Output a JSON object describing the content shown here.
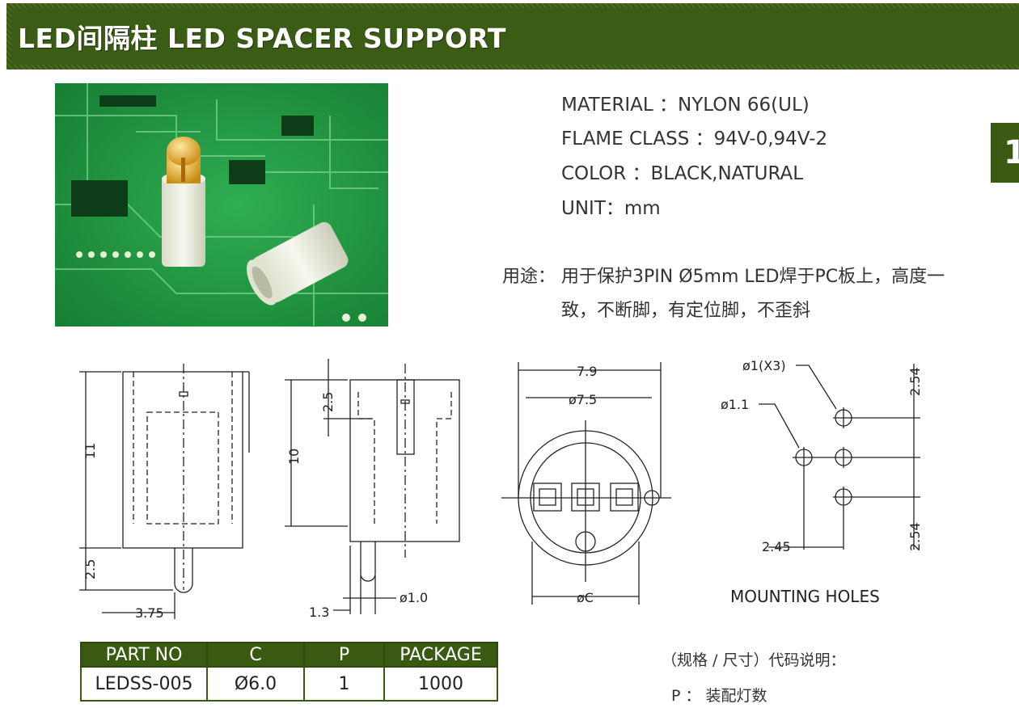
{
  "header": {
    "title": "LED间隔柱 LED SPACER SUPPORT"
  },
  "side_tab": {
    "label": "1"
  },
  "specs": [
    "MATERIAL ：NYLON 66(UL)",
    "FLAME CLASS ：94V-0,94V-2",
    "COLOR ：BLACK,NATURAL",
    "UNIT：mm"
  ],
  "usage": {
    "label": "用途：",
    "line1": "用于保护3PIN Ø5mm LED焊于PC板上，高度一",
    "line2": "致，不断脚，有定位脚，不歪斜"
  },
  "drawing": {
    "side_a": {
      "height": "11",
      "pin": "2.5",
      "pitch": "3.75"
    },
    "side_b": {
      "top": "2.5",
      "height": "10",
      "pin_dia": "ø1.0",
      "offset": "1.3"
    },
    "top_view": {
      "outer": "7.9",
      "inner": "ø7.5",
      "c": "øC"
    },
    "holes": {
      "hole3": "ø1(X3)",
      "hole1": "ø1.1",
      "p1": "2.54",
      "p2": "2.54",
      "p3": "2.45",
      "label": "MOUNTING  HOLES"
    }
  },
  "table": {
    "headers": [
      "PART NO",
      "C",
      "P",
      "PACKAGE"
    ],
    "rows": [
      [
        "LEDSS-005",
        "Ø6.0",
        "1",
        "1000"
      ]
    ]
  },
  "notes": {
    "line1": "（规格 / 尺寸）代码说明：",
    "line2": "P ： 装配灯数"
  },
  "colors": {
    "header_green": "#3a5a12",
    "pcb_green": "#1f8a3a",
    "led_amber": "#e0b23a"
  }
}
